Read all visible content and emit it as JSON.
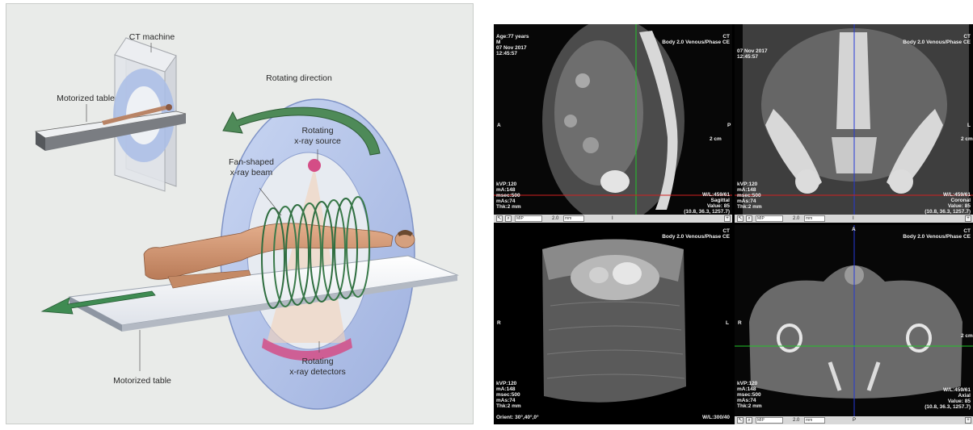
{
  "diagram": {
    "labels": {
      "ct_machine": "CT machine",
      "motorized_table_top": "Motorized table",
      "rotating_direction": "Rotating direction",
      "rotating_source_l1": "Rotating",
      "rotating_source_l2": "x-ray source",
      "fan_beam_l1": "Fan-shaped",
      "fan_beam_l2": "x-ray beam",
      "motorized_table_bottom": "Motorized table",
      "rotating_detectors_l1": "Rotating",
      "rotating_detectors_l2": "x-ray detectors"
    }
  },
  "viewer": {
    "sagittal": {
      "tl": "Age:77 years\nM\n07 Nov 2017\n12:45:57",
      "tr": "CT\nBody 2.0 Venous/Phase CE",
      "left_marker": "A",
      "right_marker": "P",
      "scale": "2 cm",
      "bl": "kVP:120\nmA:148\nmsec:500\nmAs:74\nThk:2 mm",
      "br": "W/L:459/61\nSagittal\nValue: 85\n(10.8, 36.3, 1257.7)",
      "tb_field1": "MIP",
      "tb_num": "2.0",
      "tb_field2": "mm",
      "tb_mark": "I"
    },
    "coronal": {
      "tl": "07 Nov 2017\n12:45:57",
      "tr": "CT\nBody 2.0 Venous/Phase CE",
      "right_marker": "L",
      "scale": "2 cm",
      "bl": "kVP:120\nmA:148\nmsec:500\nmAs:74\nThk:2 mm",
      "br": "W/L:459/61\nCoronal\nValue: 85\n(10.8, 36.3, 1257.7)",
      "tb_field1": "MIP",
      "tb_num": "2.0",
      "tb_field2": "mm",
      "tb_mark": "I"
    },
    "volume": {
      "tr": "CT\nBody 2.0 Venous/Phase CE",
      "left_marker": "R",
      "right_marker": "L",
      "bl": "kVP:120\nmA:148\nmsec:500\nmAs:74\nThk:2 mm",
      "orient": "Orient: 30°,40°,0°",
      "wl": "W/L:300/40"
    },
    "axial": {
      "top_marker": "A",
      "tr": "CT\nBody 2.0 Venous/Phase CE",
      "left_marker": "R",
      "scale": "2 cm",
      "bl": "kVP:120\nmA:148\nmsec:500\nmAs:74\nThk:2 mm",
      "br": "W/L:459/61\nAxial\nValue: 85\n(10.8, 36.3, 1257.7)",
      "tb_field1": "MIP",
      "tb_num": "2.0",
      "tb_field2": "mm",
      "tb_mark": "P"
    }
  }
}
